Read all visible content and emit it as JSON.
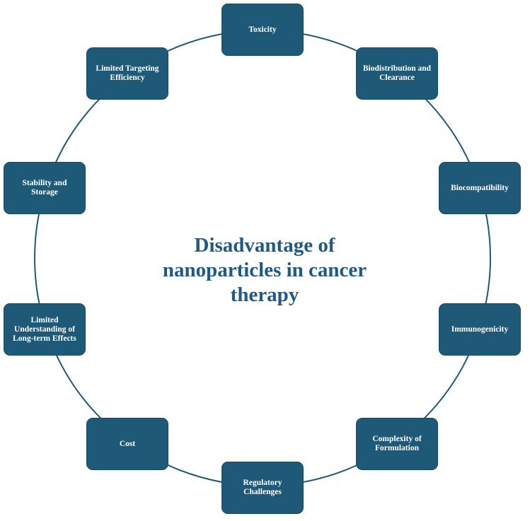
{
  "diagram": {
    "center_title": "Disadvantage of nanoparticles in cancer therapy",
    "ring_color": "#1e5a78",
    "node_color": "#1e5a78",
    "title_color": "#1f5a86",
    "nodes": [
      {
        "label": "Toxicity"
      },
      {
        "label": "Biodistribution and Clearance"
      },
      {
        "label": "Biocompatibility"
      },
      {
        "label": "Immunogenicity"
      },
      {
        "label": "Complexity of Formulation"
      },
      {
        "label": "Regulatory Challenges"
      },
      {
        "label": "Cost"
      },
      {
        "label": "Limited Understanding of Long-term Effects"
      },
      {
        "label": "Stability and Storage"
      },
      {
        "label": "Limited Targeting Efficiency"
      }
    ]
  }
}
